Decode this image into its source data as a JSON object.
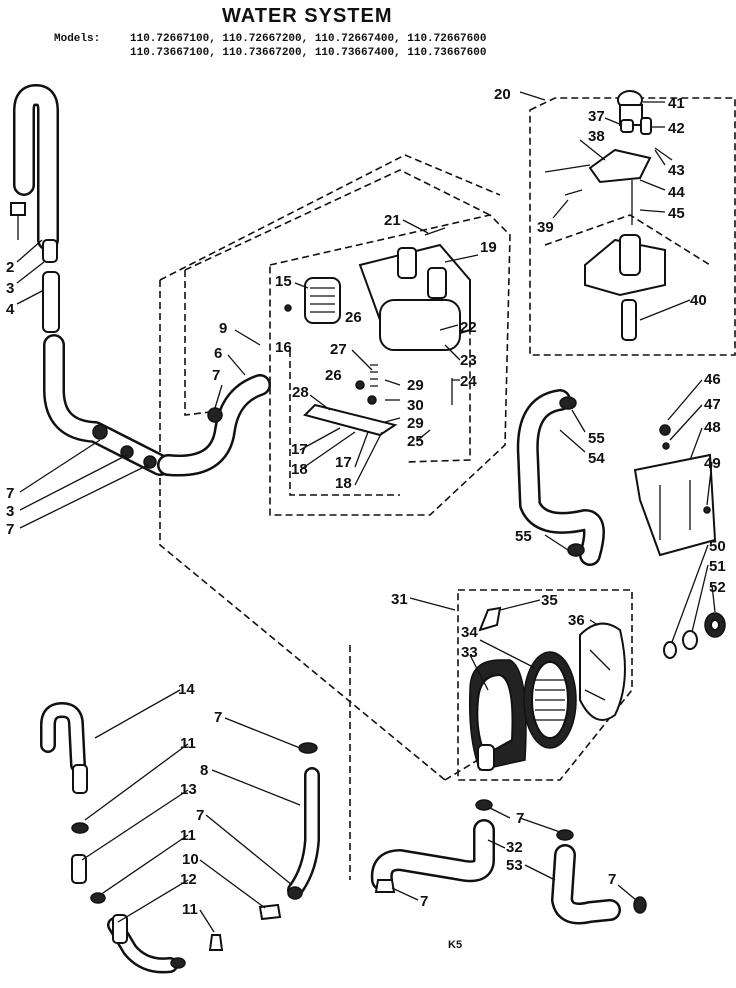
{
  "header": {
    "title": "WATER SYSTEM",
    "models_label": "Models:",
    "models_line1": "110.72667100, 110.72667200, 110.72667400, 110.72667600",
    "models_line2": "110.73667100, 110.73667200, 110.73667400, 110.73667600"
  },
  "footer": {
    "code": "K5"
  },
  "parts": [
    {
      "id": "p2",
      "label": "2"
    },
    {
      "id": "p3a",
      "label": "3"
    },
    {
      "id": "p4",
      "label": "4"
    },
    {
      "id": "p7a",
      "label": "7"
    },
    {
      "id": "p3b",
      "label": "3"
    },
    {
      "id": "p7b",
      "label": "7"
    },
    {
      "id": "p9",
      "label": "9"
    },
    {
      "id": "p6",
      "label": "6"
    },
    {
      "id": "p7c",
      "label": "7"
    },
    {
      "id": "p15",
      "label": "15"
    },
    {
      "id": "p16",
      "label": "16"
    },
    {
      "id": "p21",
      "label": "21"
    },
    {
      "id": "p19",
      "label": "19"
    },
    {
      "id": "p22",
      "label": "22"
    },
    {
      "id": "p23",
      "label": "23"
    },
    {
      "id": "p24",
      "label": "24"
    },
    {
      "id": "p26a",
      "label": "26"
    },
    {
      "id": "p27",
      "label": "27"
    },
    {
      "id": "p26b",
      "label": "26"
    },
    {
      "id": "p29a",
      "label": "29"
    },
    {
      "id": "p30",
      "label": "30"
    },
    {
      "id": "p29b",
      "label": "29"
    },
    {
      "id": "p25",
      "label": "25"
    },
    {
      "id": "p28",
      "label": "28"
    },
    {
      "id": "p17a",
      "label": "17"
    },
    {
      "id": "p18a",
      "label": "18"
    },
    {
      "id": "p17b",
      "label": "17"
    },
    {
      "id": "p18b",
      "label": "18"
    },
    {
      "id": "p20",
      "label": "20"
    },
    {
      "id": "p37",
      "label": "37"
    },
    {
      "id": "p38",
      "label": "38"
    },
    {
      "id": "p41",
      "label": "41"
    },
    {
      "id": "p42",
      "label": "42"
    },
    {
      "id": "p43",
      "label": "43"
    },
    {
      "id": "p44",
      "label": "44"
    },
    {
      "id": "p45",
      "label": "45"
    },
    {
      "id": "p39",
      "label": "39"
    },
    {
      "id": "p40",
      "label": "40"
    },
    {
      "id": "p46",
      "label": "46"
    },
    {
      "id": "p47",
      "label": "47"
    },
    {
      "id": "p48",
      "label": "48"
    },
    {
      "id": "p49",
      "label": "49"
    },
    {
      "id": "p55a",
      "label": "55"
    },
    {
      "id": "p54",
      "label": "54"
    },
    {
      "id": "p55b",
      "label": "55"
    },
    {
      "id": "p50",
      "label": "50"
    },
    {
      "id": "p51",
      "label": "51"
    },
    {
      "id": "p52",
      "label": "52"
    },
    {
      "id": "p31",
      "label": "31"
    },
    {
      "id": "p35",
      "label": "35"
    },
    {
      "id": "p34",
      "label": "34"
    },
    {
      "id": "p33",
      "label": "33"
    },
    {
      "id": "p36",
      "label": "36"
    },
    {
      "id": "p14",
      "label": "14"
    },
    {
      "id": "p7d",
      "label": "7"
    },
    {
      "id": "p11a",
      "label": "11"
    },
    {
      "id": "p8",
      "label": "8"
    },
    {
      "id": "p13",
      "label": "13"
    },
    {
      "id": "p7e",
      "label": "7"
    },
    {
      "id": "p11b",
      "label": "11"
    },
    {
      "id": "p10",
      "label": "10"
    },
    {
      "id": "p12",
      "label": "12"
    },
    {
      "id": "p11c",
      "label": "11"
    },
    {
      "id": "p7f",
      "label": "7"
    },
    {
      "id": "p32",
      "label": "32"
    },
    {
      "id": "p53",
      "label": "53"
    },
    {
      "id": "p7g",
      "label": "7"
    },
    {
      "id": "p7h",
      "label": "7"
    }
  ]
}
